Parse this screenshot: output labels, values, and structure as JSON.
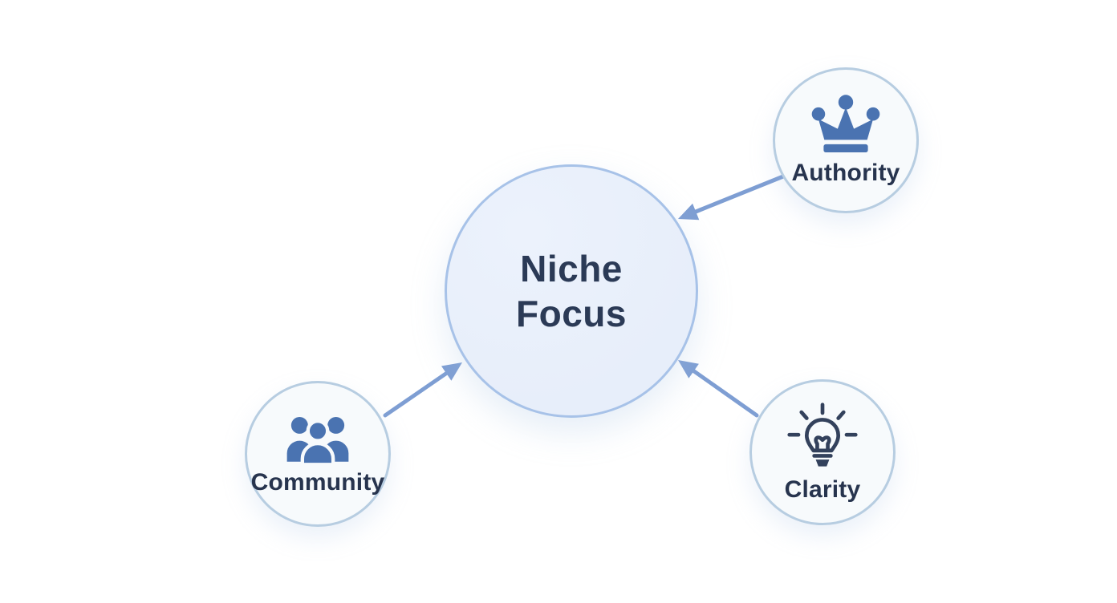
{
  "diagram": {
    "center_node": {
      "label": "Niche Focus",
      "lines": [
        "Niche",
        "Focus"
      ]
    },
    "nodes": [
      {
        "id": "authority",
        "label": "Authority",
        "icon": "crown-icon"
      },
      {
        "id": "community",
        "label": "Community",
        "icon": "users-icon"
      },
      {
        "id": "clarity",
        "label": "Clarity",
        "icon": "lightbulb-icon"
      }
    ],
    "edges": [
      {
        "from": "authority",
        "to": "niche-focus",
        "direction": "arrow-points-to-center"
      },
      {
        "from": "community",
        "to": "niche-focus",
        "direction": "arrow-points-to-center"
      },
      {
        "from": "clarity",
        "to": "niche-focus",
        "direction": "arrow-points-to-center"
      }
    ]
  },
  "theme": {
    "bg": "#ffffff",
    "center_fill": "#e7eefa",
    "center_fill_hi": "#ecf2fc",
    "center_border": "#a7c2e8",
    "node_fill": "#f7fafc",
    "node_border": "#b7cde1",
    "arrow": "#7e9ed3",
    "icon_blue": "#4a73b1",
    "icon_navy": "#33415c",
    "title_text": "#2b3a56",
    "label_text": "#27344e"
  }
}
